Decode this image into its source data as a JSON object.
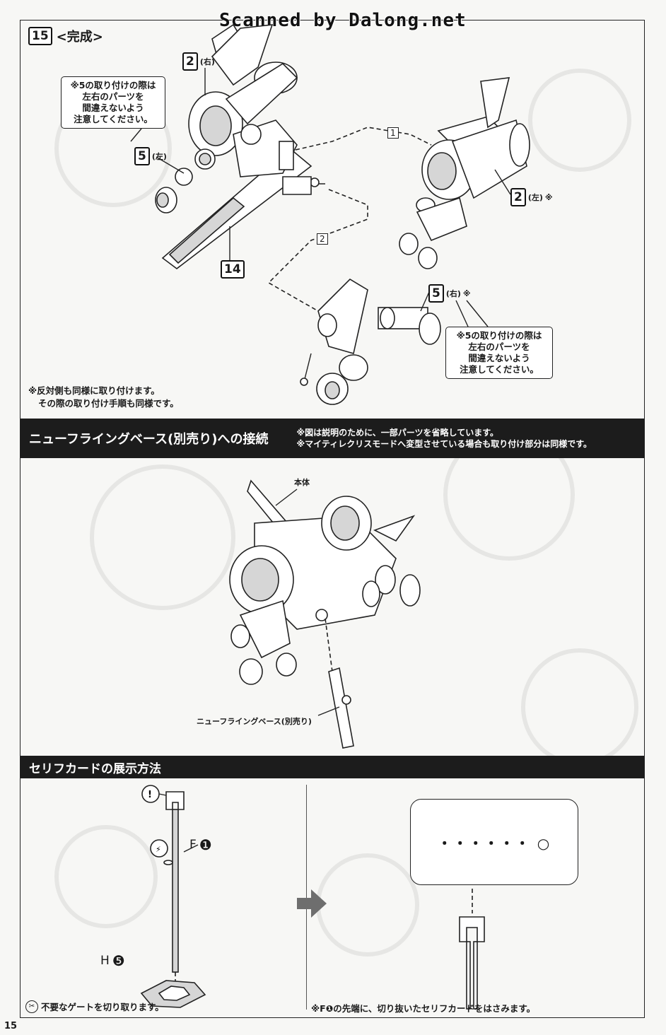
{
  "watermark": "Scanned by Dalong.net",
  "step15": {
    "number": "15",
    "title": "<完成>",
    "part_labels": {
      "p2_right": {
        "num": "2",
        "side": "(右)"
      },
      "p5_left": {
        "num": "5",
        "side": "(左)"
      },
      "p14": {
        "num": "14"
      },
      "p2_left": {
        "num": "2",
        "side": "(左)",
        "mark": "※"
      },
      "p5_right": {
        "num": "5",
        "side": "(右)",
        "mark": "※"
      },
      "seq1": "1",
      "seq2": "2"
    },
    "caution_top": [
      "※5の取り付けの際は",
      "左右のパーツを",
      "間違えないよう",
      "注意してください。"
    ],
    "caution_right": [
      "※5の取り付けの際は",
      "左右のパーツを",
      "間違えないよう",
      "注意してください。"
    ],
    "footnote": [
      "※反対側も同様に取り付けます。",
      "その際の取り付け手順も同様です。"
    ]
  },
  "base_section": {
    "title": "ニューフライングベース(別売り)への接続",
    "notes": [
      "※図は説明のために、一部パーツを省略しています。",
      "※マイティレクリスモードへ変型させている場合も取り付け部分は同様です。"
    ],
    "label_body": "本体",
    "label_base": "ニューフライングベース(別売り)"
  },
  "card_section": {
    "title": "セリフカードの展示方法",
    "part_f": "F",
    "part_f_num": "❶",
    "part_h": "H",
    "part_h_num": "❺",
    "left_caption": "不要なゲートを切り取ります。",
    "right_caption": "※F❶の先端に、切り抜いたセリフカードをはさみます。",
    "card_text": "・・・・・・ ○"
  },
  "page_number": "15"
}
